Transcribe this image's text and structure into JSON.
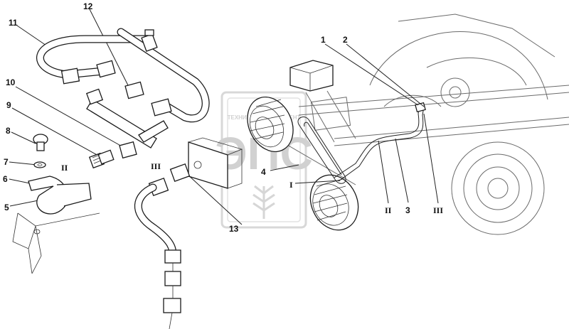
{
  "callouts": {
    "c1": "1",
    "c2": "2",
    "c3": "3",
    "c4": "4",
    "c5": "5",
    "c6": "6",
    "c7": "7",
    "c8": "8",
    "c9": "9",
    "c10": "10",
    "c11": "11",
    "c12": "12",
    "c13": "13"
  },
  "views": {
    "view_I": "I",
    "view_II_left": "II",
    "view_III_left": "III",
    "view_II_right": "II",
    "view_III_right": "III"
  },
  "watermark": {
    "letters": "ЭПС",
    "tagline": "ТЕХНИКА И ИНСТРУМЕНТ"
  },
  "colors": {
    "ink": "#1a1a1a",
    "watermark": "#c9c9c9",
    "background": "#ffffff"
  }
}
